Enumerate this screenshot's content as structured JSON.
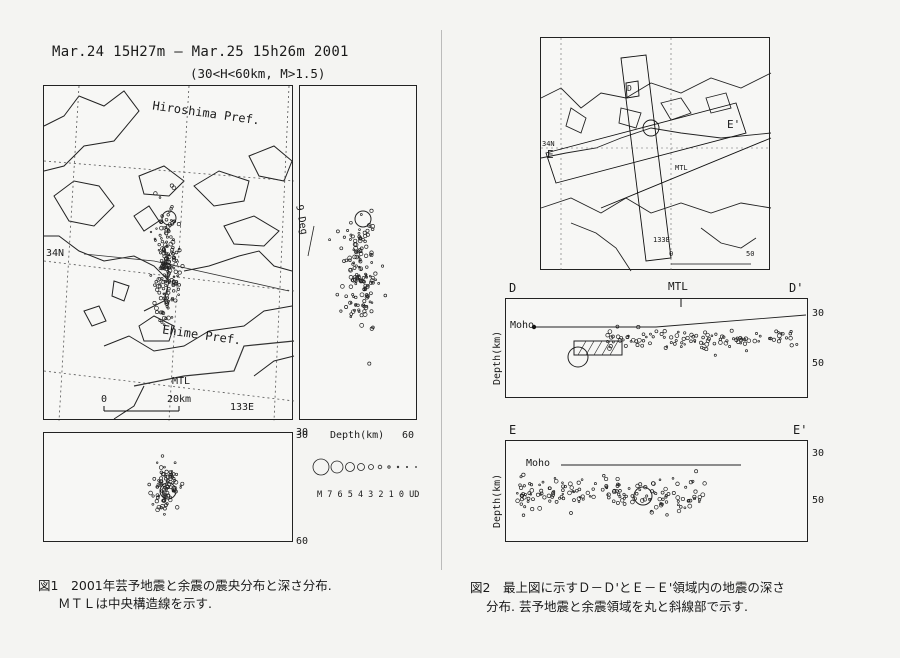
{
  "fig1": {
    "title_line1": "Mar.24 15H27m — Mar.25 15h26m 2001",
    "title_line2": "(30<H<60km, M>1.5)",
    "labels": {
      "hiroshima": "Hiroshima Pref.",
      "ehime": "Ehime Pref.",
      "lat": "34N",
      "mtl": "MTL",
      "scale_start": "0",
      "scale_end": "20km",
      "lon": "133E",
      "deg": "9 Deg",
      "depth_axis": "Depth(km)",
      "depth_min": "30",
      "depth_max": "60",
      "side_depth_min": "30",
      "side_depth_max": "60"
    },
    "magnitude_scale_label": "M 7 6 5 4 3 2 1 0 UD",
    "caption_line1": "図1　2001年芸予地震と余震の震央分布と深さ分布.",
    "caption_line2": "ＭＴＬは中央構造線を示す."
  },
  "fig2": {
    "map_labels": {
      "d": "D",
      "e": "E",
      "e_prime": "E'",
      "lat": "34N",
      "mtl": "MTL",
      "lon": "133E",
      "scale_start": "0",
      "scale_end": "50"
    },
    "dd": {
      "left": "D",
      "right": "D'",
      "mtl": "MTL",
      "moho": "Moho",
      "axis": "Depth(km)",
      "tick30": "30",
      "tick50": "50"
    },
    "ee": {
      "left": "E",
      "right": "E'",
      "moho": "Moho",
      "axis": "Depth(km)",
      "tick30": "30",
      "tick50": "50"
    },
    "caption_line1": "図2　最上図に示すＤ－Ｄ'とＥ－Ｅ'領域内の地震の深さ",
    "caption_line2": "分布. 芸予地震と余震領域を丸と斜線部で示す."
  }
}
